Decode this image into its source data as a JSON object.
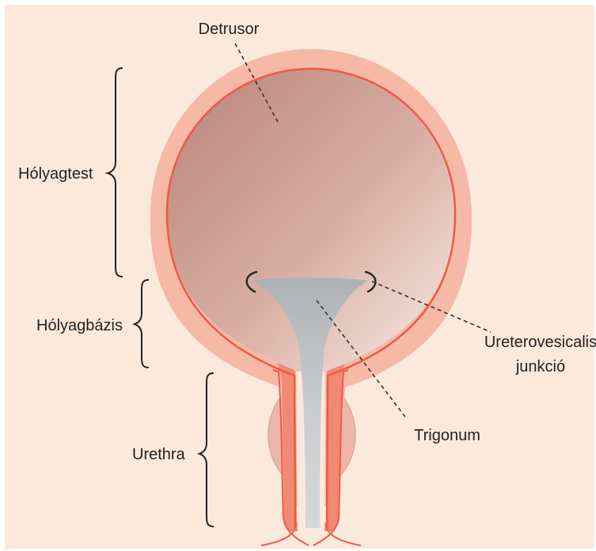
{
  "labels": {
    "detrusor": "Detrusor",
    "holyagtest": "Hólyagtest",
    "holyagbazis": "Hólyagbázis",
    "urethra": "Urethra",
    "ureterovesicalis_line1": "Ureterovesicalis",
    "ureterovesicalis_line2": "junkció",
    "trigonum": "Trigonum"
  },
  "colors": {
    "background": "#fbe9dc",
    "outer_wall": "#f6b9a6",
    "wall_line": "#ee5a45",
    "lumen_dark": "#c08e82",
    "lumen_light": "#f7ece6",
    "trigonum": "#c4c6c9",
    "prostate": "#eeb7aa",
    "urethra_wall": "#f08a72",
    "text": "#222222"
  }
}
